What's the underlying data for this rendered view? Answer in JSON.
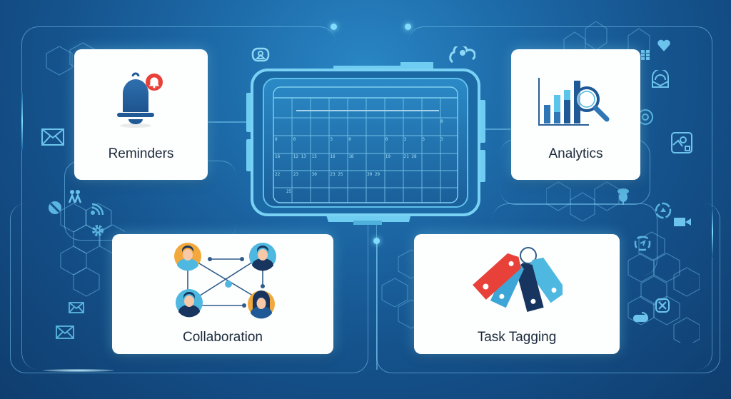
{
  "cards": {
    "reminders": {
      "label": "Reminders",
      "icon": "bell-icon",
      "badge_icon": "notification-bell-icon"
    },
    "analytics": {
      "label": "Analytics",
      "icon": "bar-chart-magnifier-icon"
    },
    "collaboration": {
      "label": "Collaboration",
      "icon": "team-network-icon"
    },
    "task_tagging": {
      "label": "Task Tagging",
      "icon": "tags-icon"
    }
  },
  "center": {
    "icon": "calendar-grid-icon",
    "grid_rows": [
      [
        "",
        "",
        "",
        "",
        "",
        "",
        "",
        "",
        "",
        "0"
      ],
      [
        "0",
        "0",
        "",
        "3",
        "0",
        "",
        "0",
        "3",
        "3",
        "3"
      ],
      [
        "16",
        "12 13",
        "15",
        "16",
        "18",
        "",
        "19",
        "21 28",
        "",
        ""
      ],
      [
        "22",
        "23",
        "30",
        "23 25",
        "",
        "30 29",
        "",
        "",
        "",
        ""
      ],
      [
        "25",
        "",
        "",
        "",
        "",
        "",
        "",
        "",
        "",
        ""
      ]
    ]
  },
  "colors": {
    "bg_top": "#2a86c4",
    "bg_bottom": "#0f3d6e",
    "accent_cyan": "#7fdcff",
    "card_bg": "#fdfefe",
    "icon_blue": "#1f5f9c",
    "icon_light_blue": "#4fb8e0",
    "alert_red": "#e8413a",
    "avatar_orange": "#f2a83a",
    "label_text": "#1c2a3a"
  },
  "decorations": {
    "left_icons": [
      "mail-icon",
      "people-icon",
      "blocked-icon",
      "wifi-icon",
      "gear-icon",
      "mail-icon",
      "mail-icon"
    ],
    "right_icons": [
      "heart-pin-icon",
      "grid-icon",
      "inbox-icon",
      "target-icon",
      "image-icon",
      "user-badge-icon",
      "refresh-icon",
      "video-icon",
      "sync-icon",
      "close-box-icon",
      "chat-icon"
    ],
    "top_icons": [
      "user-bubble-icon",
      "cloud-icon"
    ]
  }
}
